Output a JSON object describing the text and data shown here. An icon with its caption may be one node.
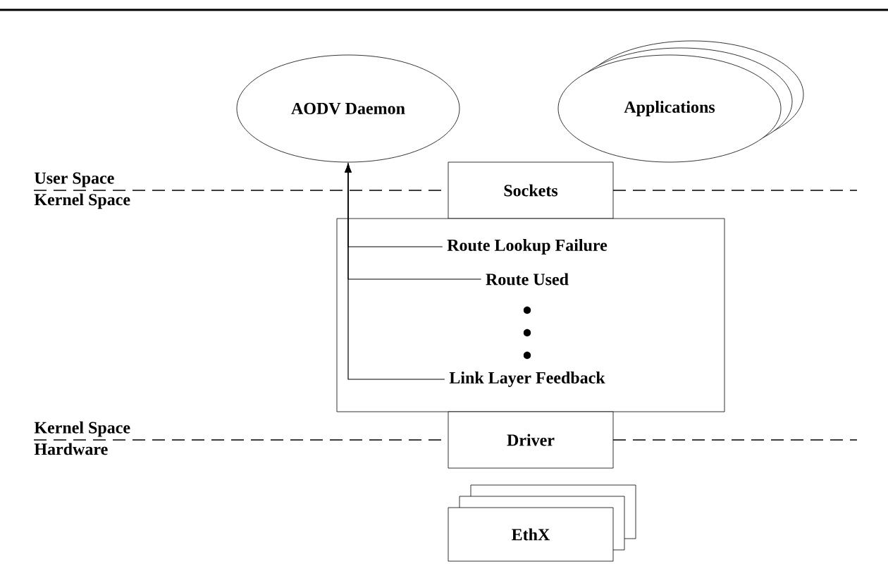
{
  "diagram": {
    "nodes": [
      {
        "text": [
          "AODV Daemon"
        ]
      },
      {
        "text": [
          "Applications"
        ]
      },
      {
        "text": [
          "Sockets"
        ]
      },
      {
        "text": [],
        "shape": "box"
      },
      {
        "text": [
          "Route Lookup Failure"
        ],
        "in": 3
      },
      {
        "text": [
          "Route Used"
        ],
        "in": 3
      },
      {
        "text": [
          "Link Layer Feedback"
        ],
        "in": 3
      },
      {
        "text": [
          "Driver"
        ]
      },
      {
        "text": [
          "EthX"
        ]
      }
    ],
    "edges": [
      {
        "from": 4,
        "to": 0,
        "arrow": "to"
      },
      {
        "from": 5,
        "to": 0,
        "arrow": "to"
      },
      {
        "from": 6,
        "to": 0,
        "arrow": "to"
      }
    ],
    "labels": [
      "User Space",
      "Kernel Space",
      "Kernel Space",
      "Hardware"
    ]
  }
}
